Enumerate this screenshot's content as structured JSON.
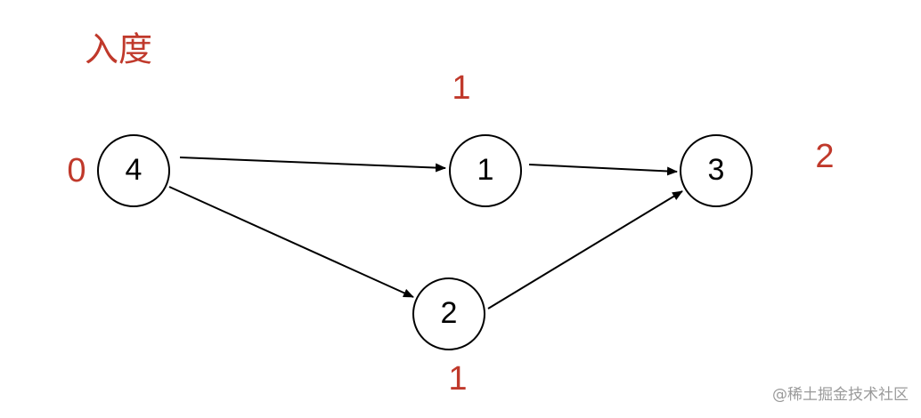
{
  "title": "入度",
  "nodes": [
    {
      "id": "n4",
      "label": "4",
      "degree": "0"
    },
    {
      "id": "n1",
      "label": "1",
      "degree": "1"
    },
    {
      "id": "n2",
      "label": "2",
      "degree": "1"
    },
    {
      "id": "n3",
      "label": "3",
      "degree": "2"
    }
  ],
  "edges": [
    {
      "from": "4",
      "to": "1"
    },
    {
      "from": "4",
      "to": "2"
    },
    {
      "from": "1",
      "to": "3"
    },
    {
      "from": "2",
      "to": "3"
    }
  ],
  "watermark": "@稀土掘金技术社区",
  "colors": {
    "degree_text": "#c0392b",
    "node_stroke": "#000000",
    "edge": "#000000",
    "watermark": "#9a9a9a"
  }
}
